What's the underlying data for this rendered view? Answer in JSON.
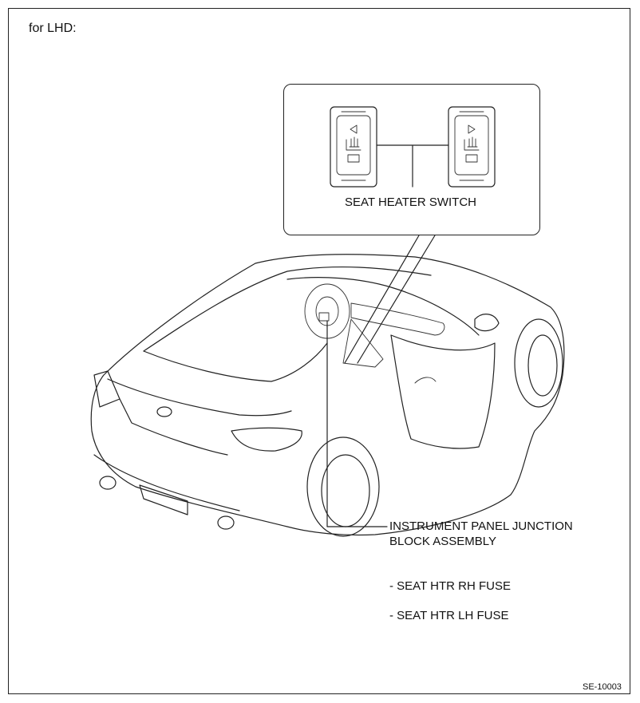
{
  "heading": "for LHD:",
  "callout": {
    "title": "SEAT HEATER SWITCH",
    "switches": [
      {
        "side": "left",
        "arrow_icon": "triangle-left-icon",
        "seat_icon": "heated-seat-icon"
      },
      {
        "side": "right",
        "arrow_icon": "triangle-right-icon",
        "seat_icon": "heated-seat-icon"
      }
    ]
  },
  "junction_block": {
    "line1": "INSTRUMENT PANEL JUNCTION",
    "line2": "BLOCK ASSEMBLY"
  },
  "fuses": [
    "- SEAT HTR RH FUSE",
    "- SEAT HTR LH FUSE"
  ],
  "figure_code": "SE-10003"
}
